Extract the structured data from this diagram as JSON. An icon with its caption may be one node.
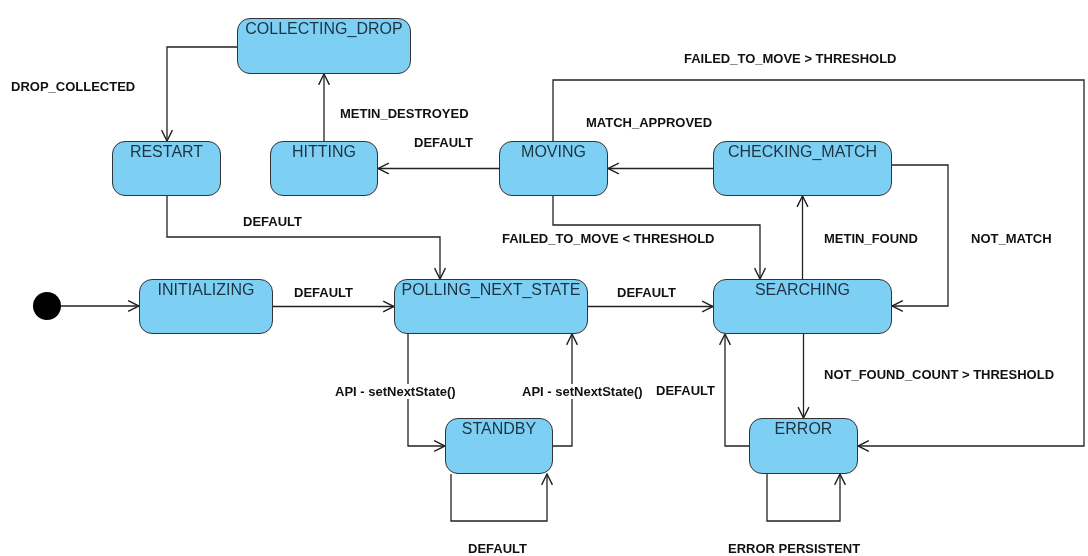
{
  "diagram": {
    "nodes": [
      {
        "text": [
          "COLLECTING_DROP"
        ]
      },
      {
        "text": [
          "RESTART"
        ]
      },
      {
        "text": [
          "HITTING"
        ]
      },
      {
        "text": [
          "MOVING"
        ]
      },
      {
        "text": [
          "CHECKING_MATCH"
        ]
      },
      {
        "text": [],
        "shape": "circle"
      },
      {
        "text": [
          "INITIALIZING"
        ]
      },
      {
        "text": [
          "POLLING_NEXT_STATE"
        ]
      },
      {
        "text": [
          "SEARCHING"
        ]
      },
      {
        "text": [
          "STANDBY"
        ]
      },
      {
        "text": [
          "ERROR"
        ]
      }
    ],
    "edges": [
      {
        "from": 0,
        "to": 1,
        "arrow": "to",
        "label": "DROP_COLLECTED"
      },
      {
        "from": 2,
        "to": 0,
        "arrow": "to",
        "label": "METIN_DESTROYED"
      },
      {
        "from": 3,
        "to": 2,
        "arrow": "to",
        "label": "DEFAULT"
      },
      {
        "from": 4,
        "to": 3,
        "arrow": "to",
        "label": "MATCH_APPROVED"
      },
      {
        "from": 3,
        "to": 10,
        "arrow": "to",
        "label": "FAILED_TO_MOVE > THRESHOLD"
      },
      {
        "from": 3,
        "to": 8,
        "arrow": "to",
        "label": "FAILED_TO_MOVE < THRESHOLD"
      },
      {
        "from": 1,
        "to": 7,
        "arrow": "to",
        "label": "DEFAULT"
      },
      {
        "from": 8,
        "to": 4,
        "arrow": "to",
        "label": "METIN_FOUND"
      },
      {
        "from": 4,
        "to": 8,
        "arrow": "to",
        "label": "NOT_MATCH"
      },
      {
        "from": 5,
        "to": 6,
        "arrow": "to"
      },
      {
        "from": 6,
        "to": 7,
        "arrow": "to",
        "label": "DEFAULT"
      },
      {
        "from": 7,
        "to": 8,
        "arrow": "to",
        "label": "DEFAULT"
      },
      {
        "from": 7,
        "to": 9,
        "arrow": "to",
        "label": "API - setNextState()"
      },
      {
        "from": 9,
        "to": 7,
        "arrow": "to",
        "label": "API - setNextState()"
      },
      {
        "from": 9,
        "to": 9,
        "arrow": "to",
        "label": "DEFAULT"
      },
      {
        "from": 8,
        "to": 10,
        "arrow": "to",
        "label": "NOT_FOUND_COUNT > THRESHOLD"
      },
      {
        "from": 10,
        "to": 8,
        "arrow": "to",
        "label": "DEFAULT"
      },
      {
        "from": 10,
        "to": 10,
        "arrow": "to",
        "label": "ERROR  PERSISTENT"
      }
    ]
  }
}
